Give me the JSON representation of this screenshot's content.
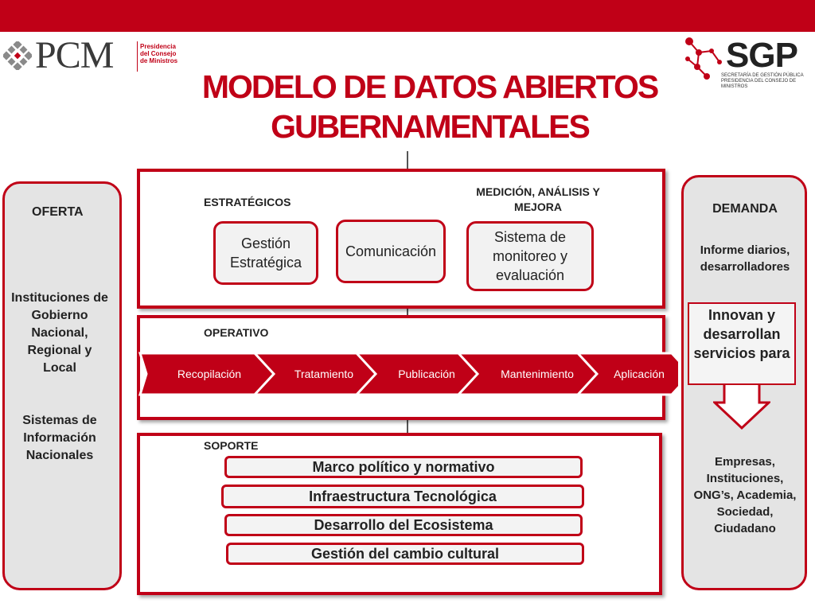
{
  "header": {
    "pcm_logo": "PCM",
    "pcm_sub": "Presidencia del Consejo de Ministros",
    "sgp_logo": "SGP",
    "sgp_sub": "Secretaría de Gestión Pública Presidencia del Consejo de Ministros",
    "title_line1": "MODELO DE DATOS ABIERTOS",
    "title_line2": "GUBERNAMENTALES"
  },
  "oferta": {
    "heading": "OFERTA",
    "item1": "Instituciones de Gobierno Nacional, Regional y Local",
    "item2": "Sistemas de Información Nacionales"
  },
  "demanda": {
    "heading": "DEMANDA",
    "sub": "Informe diarios, desarrolladores",
    "callout": "Innovan y desarrollan servicios para",
    "list": "Empresas, Instituciones, ONG’s, Academia, Sociedad, Ciudadano"
  },
  "estrategicos": {
    "label": "ESTRATÉGICOS",
    "label2": "MEDICIÓN, ANÁLISIS Y MEJORA",
    "boxes": [
      "Gestión Estratégica",
      "Comunicación",
      "Sistema de monitoreo y evaluación"
    ]
  },
  "operativo": {
    "label": "OPERATIVO",
    "steps": [
      "Recopilación",
      "Tratamiento",
      "Publicación",
      "Mantenimiento",
      "Aplicación"
    ]
  },
  "soporte": {
    "label": "SOPORTE",
    "bars": [
      "Marco político y normativo",
      "Infraestructura Tecnológica",
      "Desarrollo del Ecosistema",
      "Gestión del cambio cultural"
    ]
  },
  "colors": {
    "accent": "#c00017",
    "panel": "#e4e4e4"
  }
}
